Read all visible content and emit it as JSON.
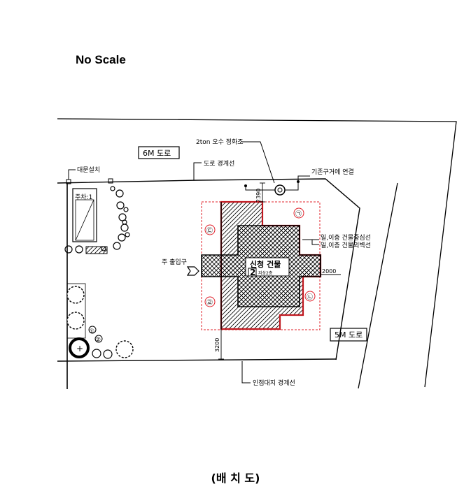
{
  "scale_note": "No Scale",
  "caption": "(배 치 도)",
  "labels": {
    "road_6m": "6M 도로",
    "road_5m": "5M 도로",
    "septic": "2ton 오수 정화조",
    "road_boundary": "도로 경계선",
    "main_sewer": "기존구거에 연결",
    "gate": "대문설치",
    "parking": "주차:1",
    "main_entrance": "주 출입구",
    "building_name": "신청 건물",
    "building_floors": "지상2층",
    "building_number": "2",
    "wall_center_line": "일,이층 건물중심선",
    "wall_outer_line": "일,이층 건물외벽선",
    "adjacent_boundary": "인접대지 경계선",
    "dim_2390": "2390",
    "dim_2000": "2000",
    "dim_3200": "3200",
    "zone_a": "㉠",
    "zone_b": "㉡",
    "zone_c": "㉢",
    "zone_d": "㉣",
    "tree_1": "①",
    "tree_2": "②"
  },
  "colors": {
    "line": "#000000",
    "red_dashed": "#e0202a",
    "red_wall": "#c0181f",
    "paper": "#ffffff"
  }
}
